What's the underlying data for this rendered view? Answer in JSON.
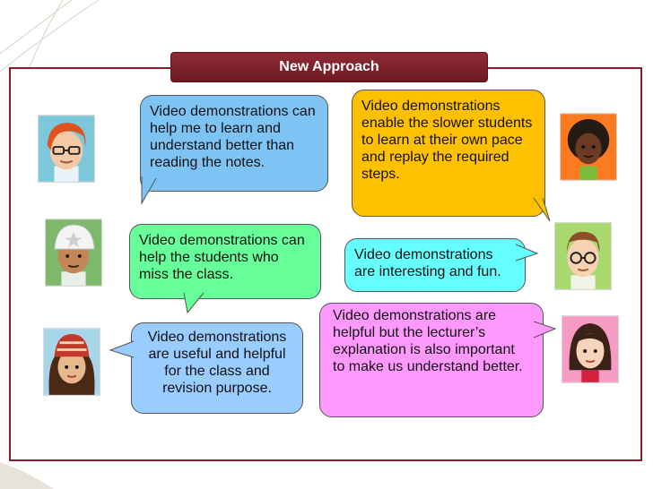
{
  "title": "New Approach",
  "bubbles": [
    {
      "text": "Video demonstrations can help me to learn and understand better than reading the notes.",
      "color": "#7dc4f4"
    },
    {
      "text": "Video demonstrations enable the slower students to learn at their own pace and replay the required steps.",
      "color": "#ffc000"
    },
    {
      "text": "Video demonstrations can help the students who miss the class.",
      "color": "#66ff99"
    },
    {
      "text": "Video demonstrations are interesting and fun.",
      "color": "#66ffff"
    },
    {
      "text": "Video demonstrations are useful and helpful for the class and revision purpose.",
      "color": "#99ccff"
    },
    {
      "text": "Video demonstrations are helpful but the lecturer’s explanation is also important to make us understand better.",
      "color": "#ff99ff"
    }
  ],
  "avatars": [
    {
      "icon": "redhead-glasses-boy-icon",
      "bg": "#7cc7d9"
    },
    {
      "icon": "curly-hair-girl-icon",
      "bg": "#ff7a1f"
    },
    {
      "icon": "white-cap-boy-icon",
      "bg": "#7db96a"
    },
    {
      "icon": "glasses-man-icon",
      "bg": "#a8d86e"
    },
    {
      "icon": "striped-hat-girl-icon",
      "bg": "#a9d5e8"
    },
    {
      "icon": "brunette-woman-icon",
      "bg": "#f59bc4"
    }
  ]
}
